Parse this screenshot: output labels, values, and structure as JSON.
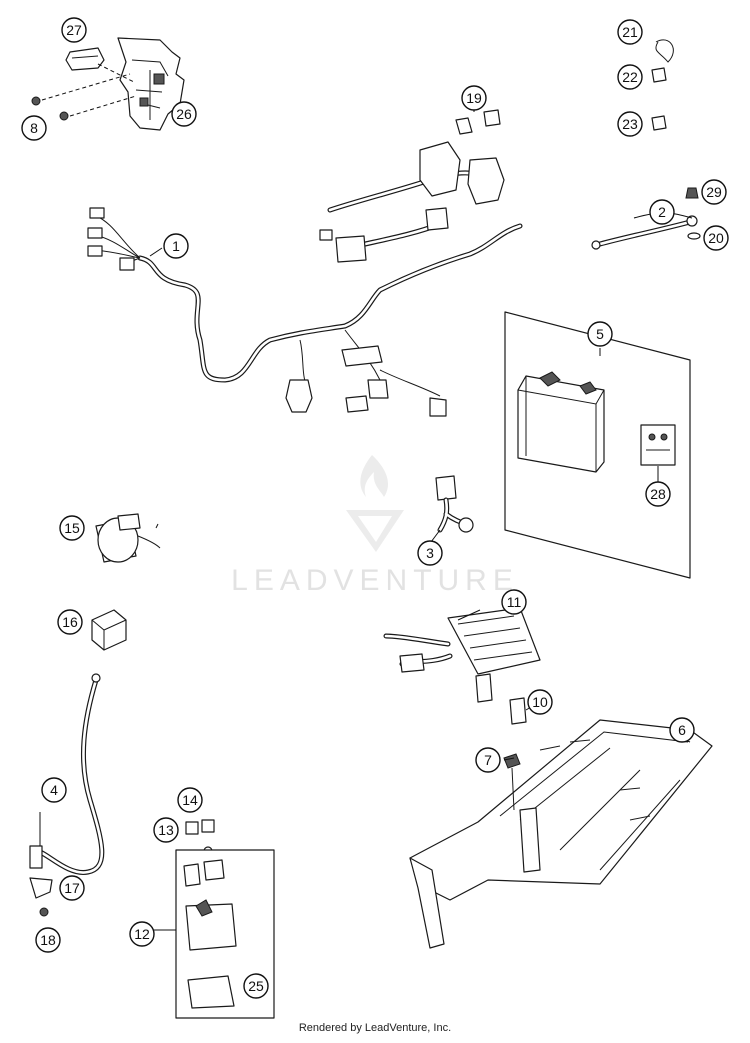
{
  "diagram": {
    "callouts": {
      "c1": "1",
      "c2": "2",
      "c3": "3",
      "c4": "4",
      "c5": "5",
      "c6": "6",
      "c7": "7",
      "c8": "8",
      "c10": "10",
      "c11": "11",
      "c12": "12",
      "c13": "13",
      "c14": "14",
      "c15": "15",
      "c16": "16",
      "c17": "17",
      "c18": "18",
      "c19": "19",
      "c20": "20",
      "c21": "21",
      "c22": "22",
      "c23": "23",
      "c25": "25",
      "c26": "26",
      "c27": "27",
      "c28": "28",
      "c29": "29"
    },
    "watermark": "LEADVENTURE"
  },
  "footer": {
    "text": "Rendered by LeadVenture, Inc."
  }
}
